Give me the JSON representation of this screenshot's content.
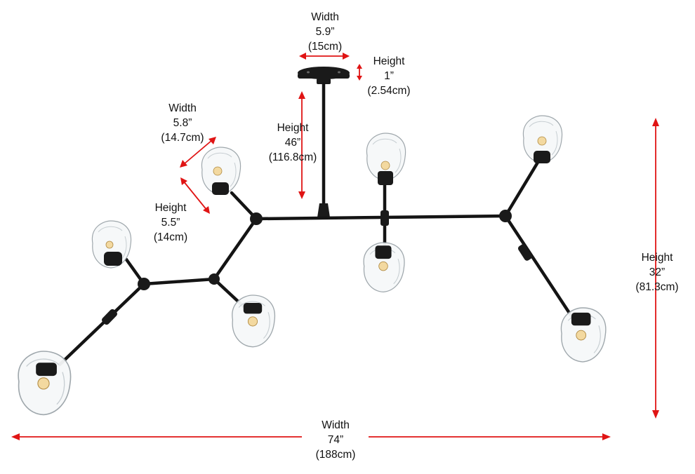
{
  "dimensions": {
    "canopy_width": {
      "label": "Width",
      "imperial": "5.9”",
      "metric": "(15cm)"
    },
    "canopy_height": {
      "label": "Height",
      "imperial": "1”",
      "metric": "(2.54cm)"
    },
    "shade_width": {
      "label": "Width",
      "imperial": "5.8”",
      "metric": "(14.7cm)"
    },
    "shade_height": {
      "label": "Height",
      "imperial": "5.5”",
      "metric": "(14cm)"
    },
    "rod_height": {
      "label": "Height",
      "imperial": "46”",
      "metric": "(116.8cm)"
    },
    "fixture_height": {
      "label": "Height",
      "imperial": "32”",
      "metric": "(81.3cm)"
    },
    "fixture_width": {
      "label": "Width",
      "imperial": "74”",
      "metric": "(188cm)"
    }
  },
  "colors": {
    "dimension_arrow": "#e01414",
    "fixture_metal": "#141414",
    "glass": "#f6f8f9"
  }
}
